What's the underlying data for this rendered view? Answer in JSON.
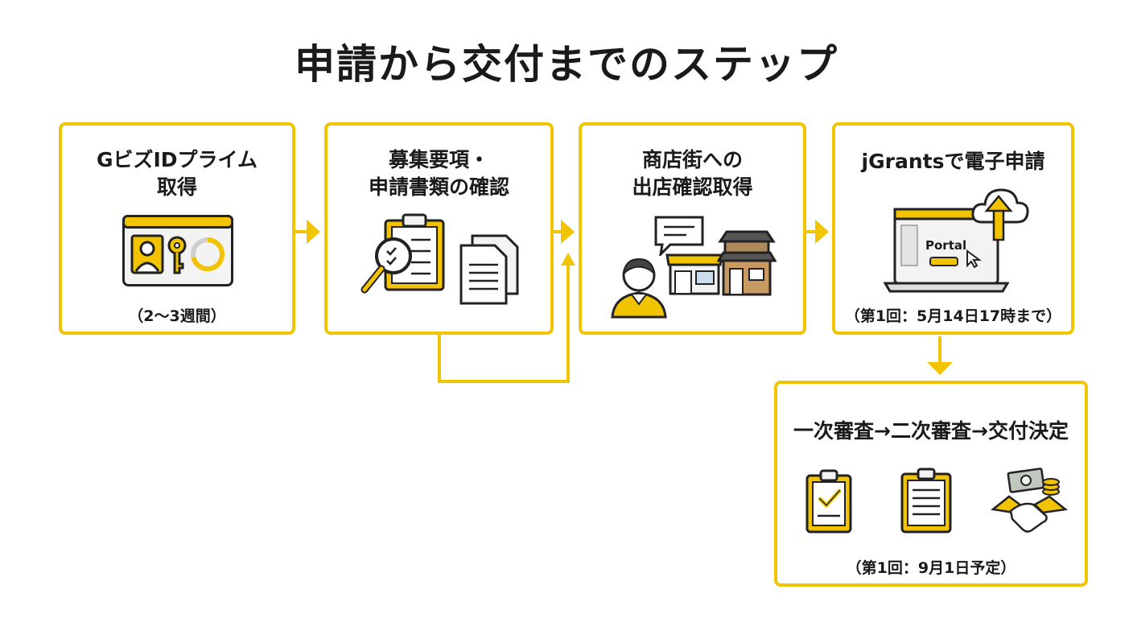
{
  "title": "申請から交付までのステップ",
  "steps": [
    {
      "line1": "GビズIDプライム",
      "line2": "取得",
      "note": "（2〜3週間）"
    },
    {
      "line1": "募集要項・",
      "line2": "申請書類の確認"
    },
    {
      "line1": "商店街への",
      "line2": "出店確認取得"
    },
    {
      "line1": "jGrantsで電子申請",
      "note": "（第1回：5月14日17時まで）",
      "portal_label": "Portal"
    },
    {
      "line1": "一次審査→二次審査→交付決定",
      "note": "（第1回：9月1日予定）"
    }
  ],
  "icons": {
    "step1": [
      "id-card-icon",
      "key-icon",
      "progress-ring-icon"
    ],
    "step2": [
      "clipboard-icon",
      "magnifier-icon",
      "documents-icon"
    ],
    "step3": [
      "person-icon",
      "speech-bubble-icon",
      "shop-icon",
      "house-icon"
    ],
    "step4": [
      "laptop-icon",
      "cloud-upload-icon",
      "cursor-icon"
    ],
    "step5": [
      "checked-clipboard-icon",
      "document-clipboard-icon",
      "handshake-money-icon"
    ]
  },
  "colors": {
    "accent": "#f2c300",
    "text": "#1a1a1a"
  }
}
